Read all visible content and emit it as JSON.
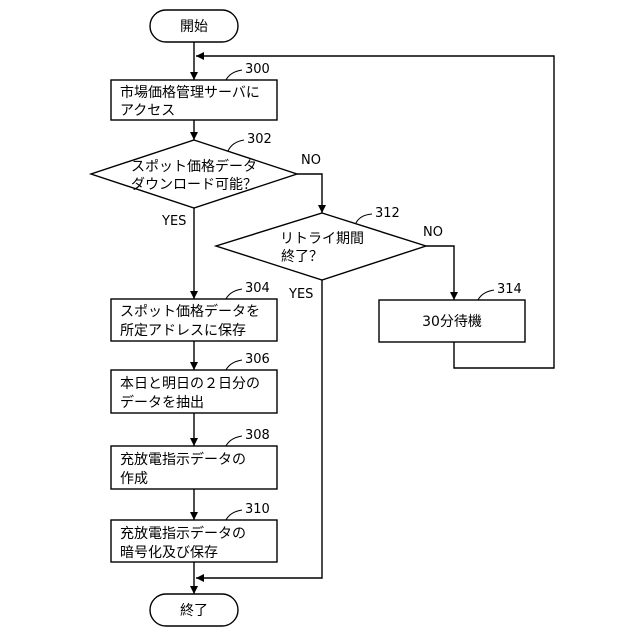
{
  "start": {
    "label": "開始"
  },
  "end": {
    "label": "終了"
  },
  "steps": [
    {
      "ref": "300",
      "lines": [
        "市場価格管理サーバに",
        "アクセス"
      ]
    },
    {
      "ref": "304",
      "lines": [
        "スポット価格データを",
        "所定アドレスに保存"
      ]
    },
    {
      "ref": "306",
      "lines": [
        "本日と明日の２日分の",
        "データを抽出"
      ]
    },
    {
      "ref": "308",
      "lines": [
        "充放電指示データの",
        "作成"
      ]
    },
    {
      "ref": "310",
      "lines": [
        "充放電指示データの",
        "暗号化及び保存"
      ]
    },
    {
      "ref": "314",
      "lines": [
        "30分待機"
      ]
    }
  ],
  "decisions": [
    {
      "ref": "302",
      "lines": [
        "スポット価格データ",
        "ダウンロード可能？"
      ],
      "yes": "YES",
      "no": "NO"
    },
    {
      "ref": "312",
      "lines": [
        "リトライ期間",
        "終了？"
      ],
      "yes": "YES",
      "no": "NO"
    }
  ]
}
